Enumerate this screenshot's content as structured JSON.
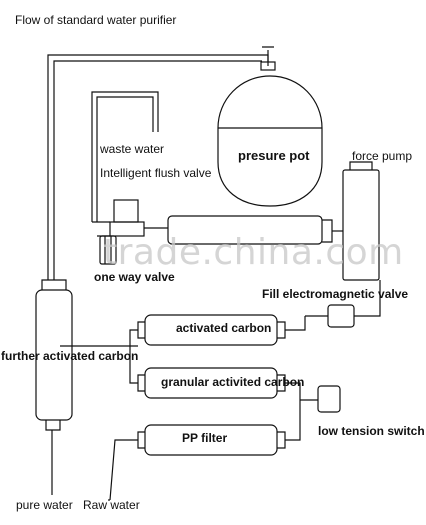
{
  "title": "Flow of standard water purifier",
  "labels": {
    "waste_water": "waste  water",
    "flush_valve": "Intelligent flush valve",
    "pressure_pot": "presure pot",
    "force_pump": "force pump",
    "one_way_valve": "one way valve",
    "fill_valve": "Fill electromagnetic valve",
    "activated_carbon": "activated carbon",
    "further_activated_carbon": "further activated carbon",
    "granular_carbon": "granular activited carbon",
    "pp_filter": "PP filter",
    "low_tension_switch": "low tension switch",
    "pure_water": "pure water",
    "raw_water": "Raw water"
  },
  "watermark": "trade.china.com",
  "colors": {
    "line": "#111111",
    "background": "#ffffff",
    "watermark": "#c8c8c8"
  }
}
